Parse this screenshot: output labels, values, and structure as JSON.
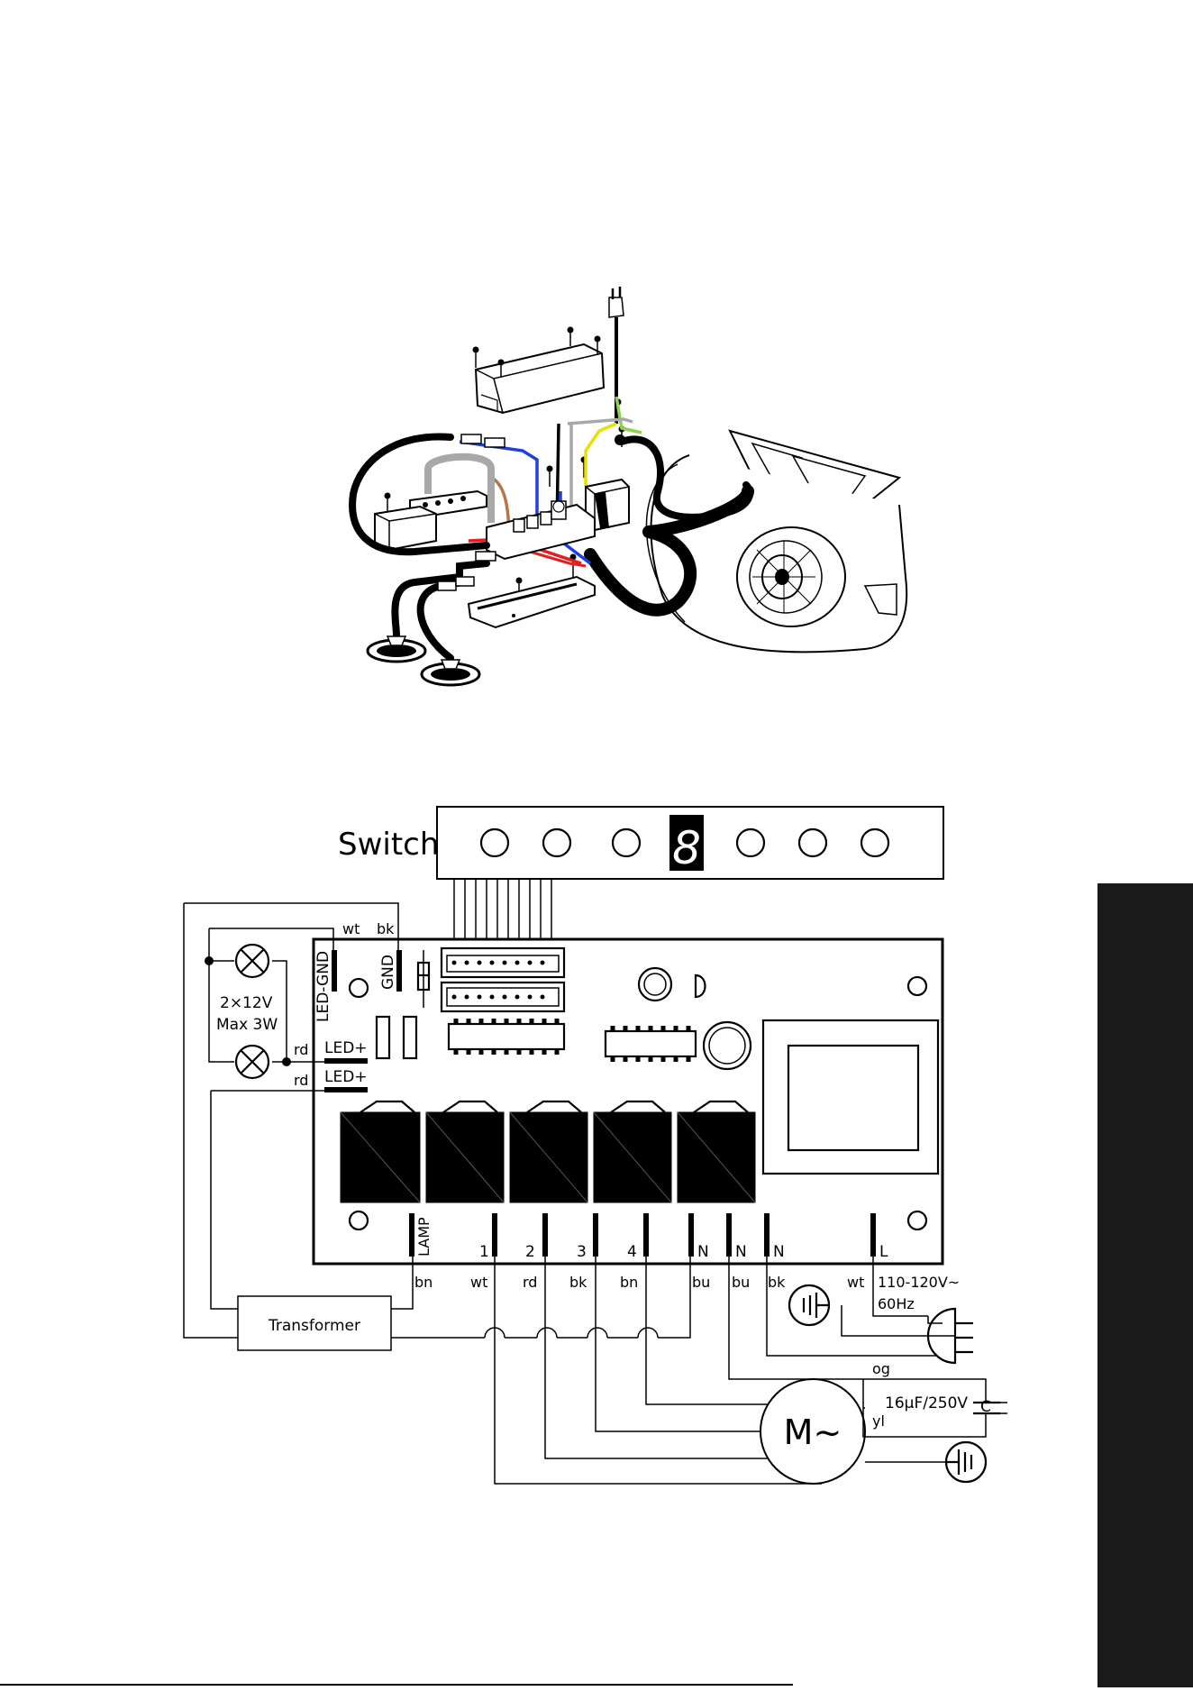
{
  "switch_panel": {
    "label": "Switch",
    "display_digit": "8"
  },
  "lamps": {
    "rating_line1": "2×12V",
    "rating_line2": "Max 3W"
  },
  "board": {
    "top_wire_labels": [
      "wt",
      "bk"
    ],
    "led_gnd_label": "LED-GND",
    "gnd_label": "GND",
    "led_plus_label": "LED+",
    "rd_label": "rd",
    "lamp_terminal_label": "LAMP",
    "terminal_labels": [
      "1",
      "2",
      "3",
      "4",
      "N",
      "N",
      "N",
      "L"
    ],
    "wire_colors": [
      "bn",
      "wt",
      "rd",
      "bk",
      "bn",
      "bu",
      "bu",
      "bk",
      "wt"
    ]
  },
  "power": {
    "voltage": "110-120V~",
    "frequency": "60Hz"
  },
  "transformer": {
    "label": "Transformer"
  },
  "motor": {
    "label": "M~"
  },
  "capacitor": {
    "rating": "16μF/250V",
    "label": "C",
    "wire_og": "og",
    "wire_yl": "yl"
  },
  "colors": {
    "wire_blue": "#1f3fe0",
    "wire_brown": "#b5774a",
    "wire_red": "#e02020",
    "wire_yellow": "#e8e000",
    "wire_green": "#8fd14f",
    "wire_grey": "#a8a8a8",
    "side_tab": "#1a1a1a"
  }
}
